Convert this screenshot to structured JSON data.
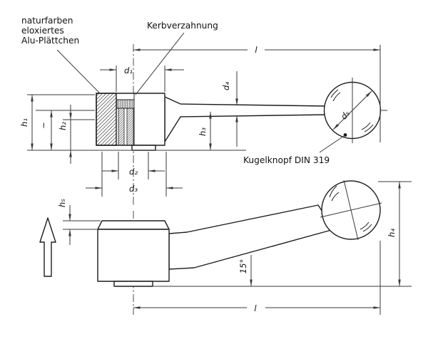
{
  "annotations": {
    "plate_note": {
      "lines": [
        "naturfarben",
        "eloxiertes",
        "Alu-Plättchen"
      ]
    },
    "serration_note": "Kerbverzahnung",
    "ball_knob_note": "Kugelknopf DIN 319"
  },
  "dimensions": {
    "upper_view": {
      "length": "l",
      "d1": "d₁",
      "d2": "d₂",
      "d3": "d₃",
      "d4": "d₄",
      "d5": "d₅",
      "h1": "h₁",
      "h2": "h₂",
      "h3": "h₃",
      "approx": "~"
    },
    "lower_view": {
      "length": "l",
      "h4": "h₄",
      "h5": "h₅",
      "angle": "15°"
    }
  },
  "colors": {
    "outline": "#1d1d1d",
    "dimension": "#3a3a3a",
    "text": "#111111",
    "fill": "#ffffff",
    "background": "#ffffff"
  }
}
